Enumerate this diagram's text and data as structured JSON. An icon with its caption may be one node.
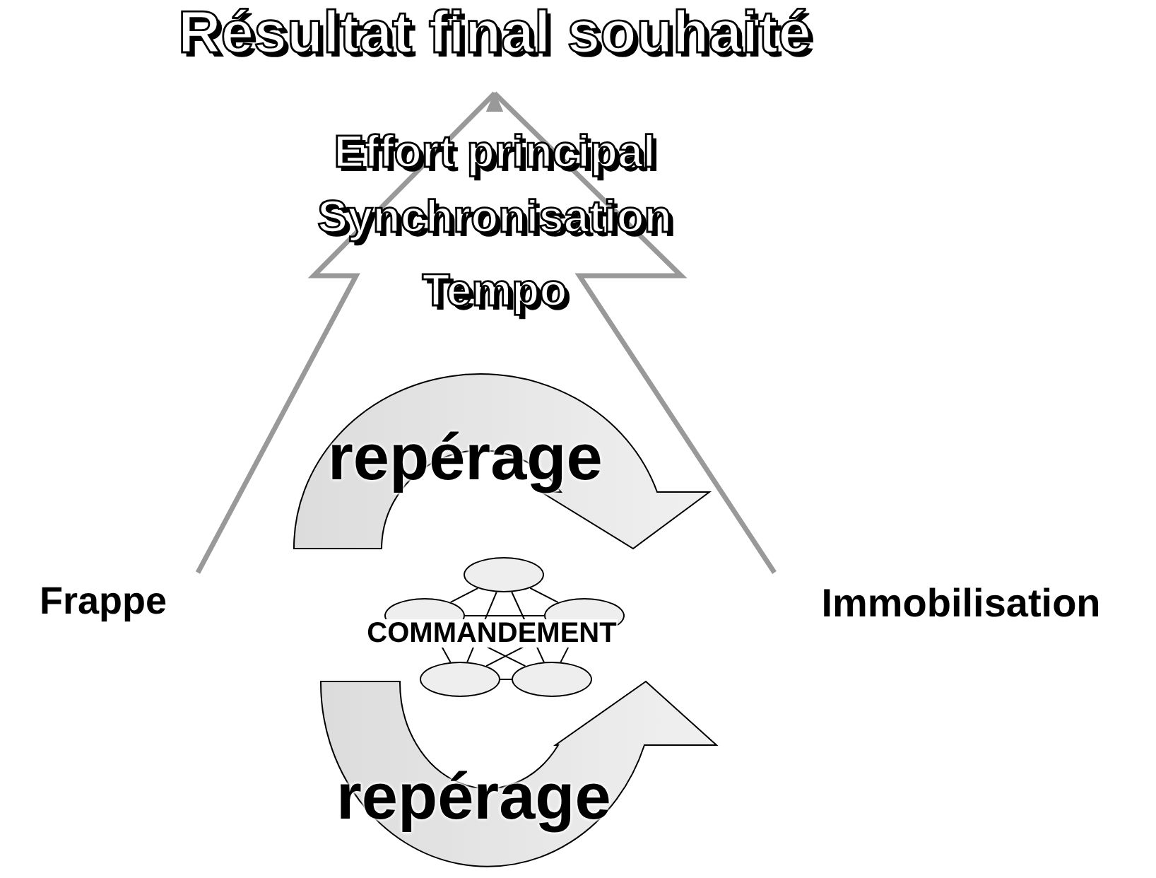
{
  "diagram": {
    "nodes": [
      {
        "text": [
          "Résultat final souhaité"
        ]
      },
      {
        "text": [
          "repérage"
        ]
      },
      {
        "text": [
          "Frappe"
        ]
      },
      {
        "text": [
          "Immobilisation"
        ]
      },
      {
        "text": [],
        "shape": "ellipse"
      },
      {
        "text": [],
        "shape": "ellipse"
      },
      {
        "text": [],
        "shape": "ellipse"
      },
      {
        "text": [],
        "shape": "ellipse"
      },
      {
        "text": [],
        "shape": "ellipse"
      },
      {
        "text": [
          "repérage"
        ]
      }
    ],
    "edges": [
      {
        "from": 2,
        "to": 0,
        "arrow": "to",
        "style": "thick",
        "color": "#999999"
      },
      {
        "from": 3,
        "to": 0,
        "arrow": "to",
        "style": "thick",
        "color": "#999999"
      },
      {
        "from": 4,
        "to": 5,
        "arrow": "none"
      },
      {
        "from": 4,
        "to": 6,
        "arrow": "none"
      },
      {
        "from": 4,
        "to": 7,
        "arrow": "none"
      },
      {
        "from": 4,
        "to": 8,
        "arrow": "none"
      },
      {
        "from": 5,
        "to": 6,
        "arrow": "none"
      },
      {
        "from": 5,
        "to": 7,
        "arrow": "none"
      },
      {
        "from": 5,
        "to": 8,
        "arrow": "none"
      },
      {
        "from": 6,
        "to": 7,
        "arrow": "none"
      },
      {
        "from": 6,
        "to": 8,
        "arrow": "none"
      },
      {
        "from": 7,
        "to": 8,
        "arrow": "none"
      }
    ],
    "labels": [
      "Effort principal",
      "Synchronisation",
      "Tempo",
      "COMMANDEMENT"
    ]
  }
}
